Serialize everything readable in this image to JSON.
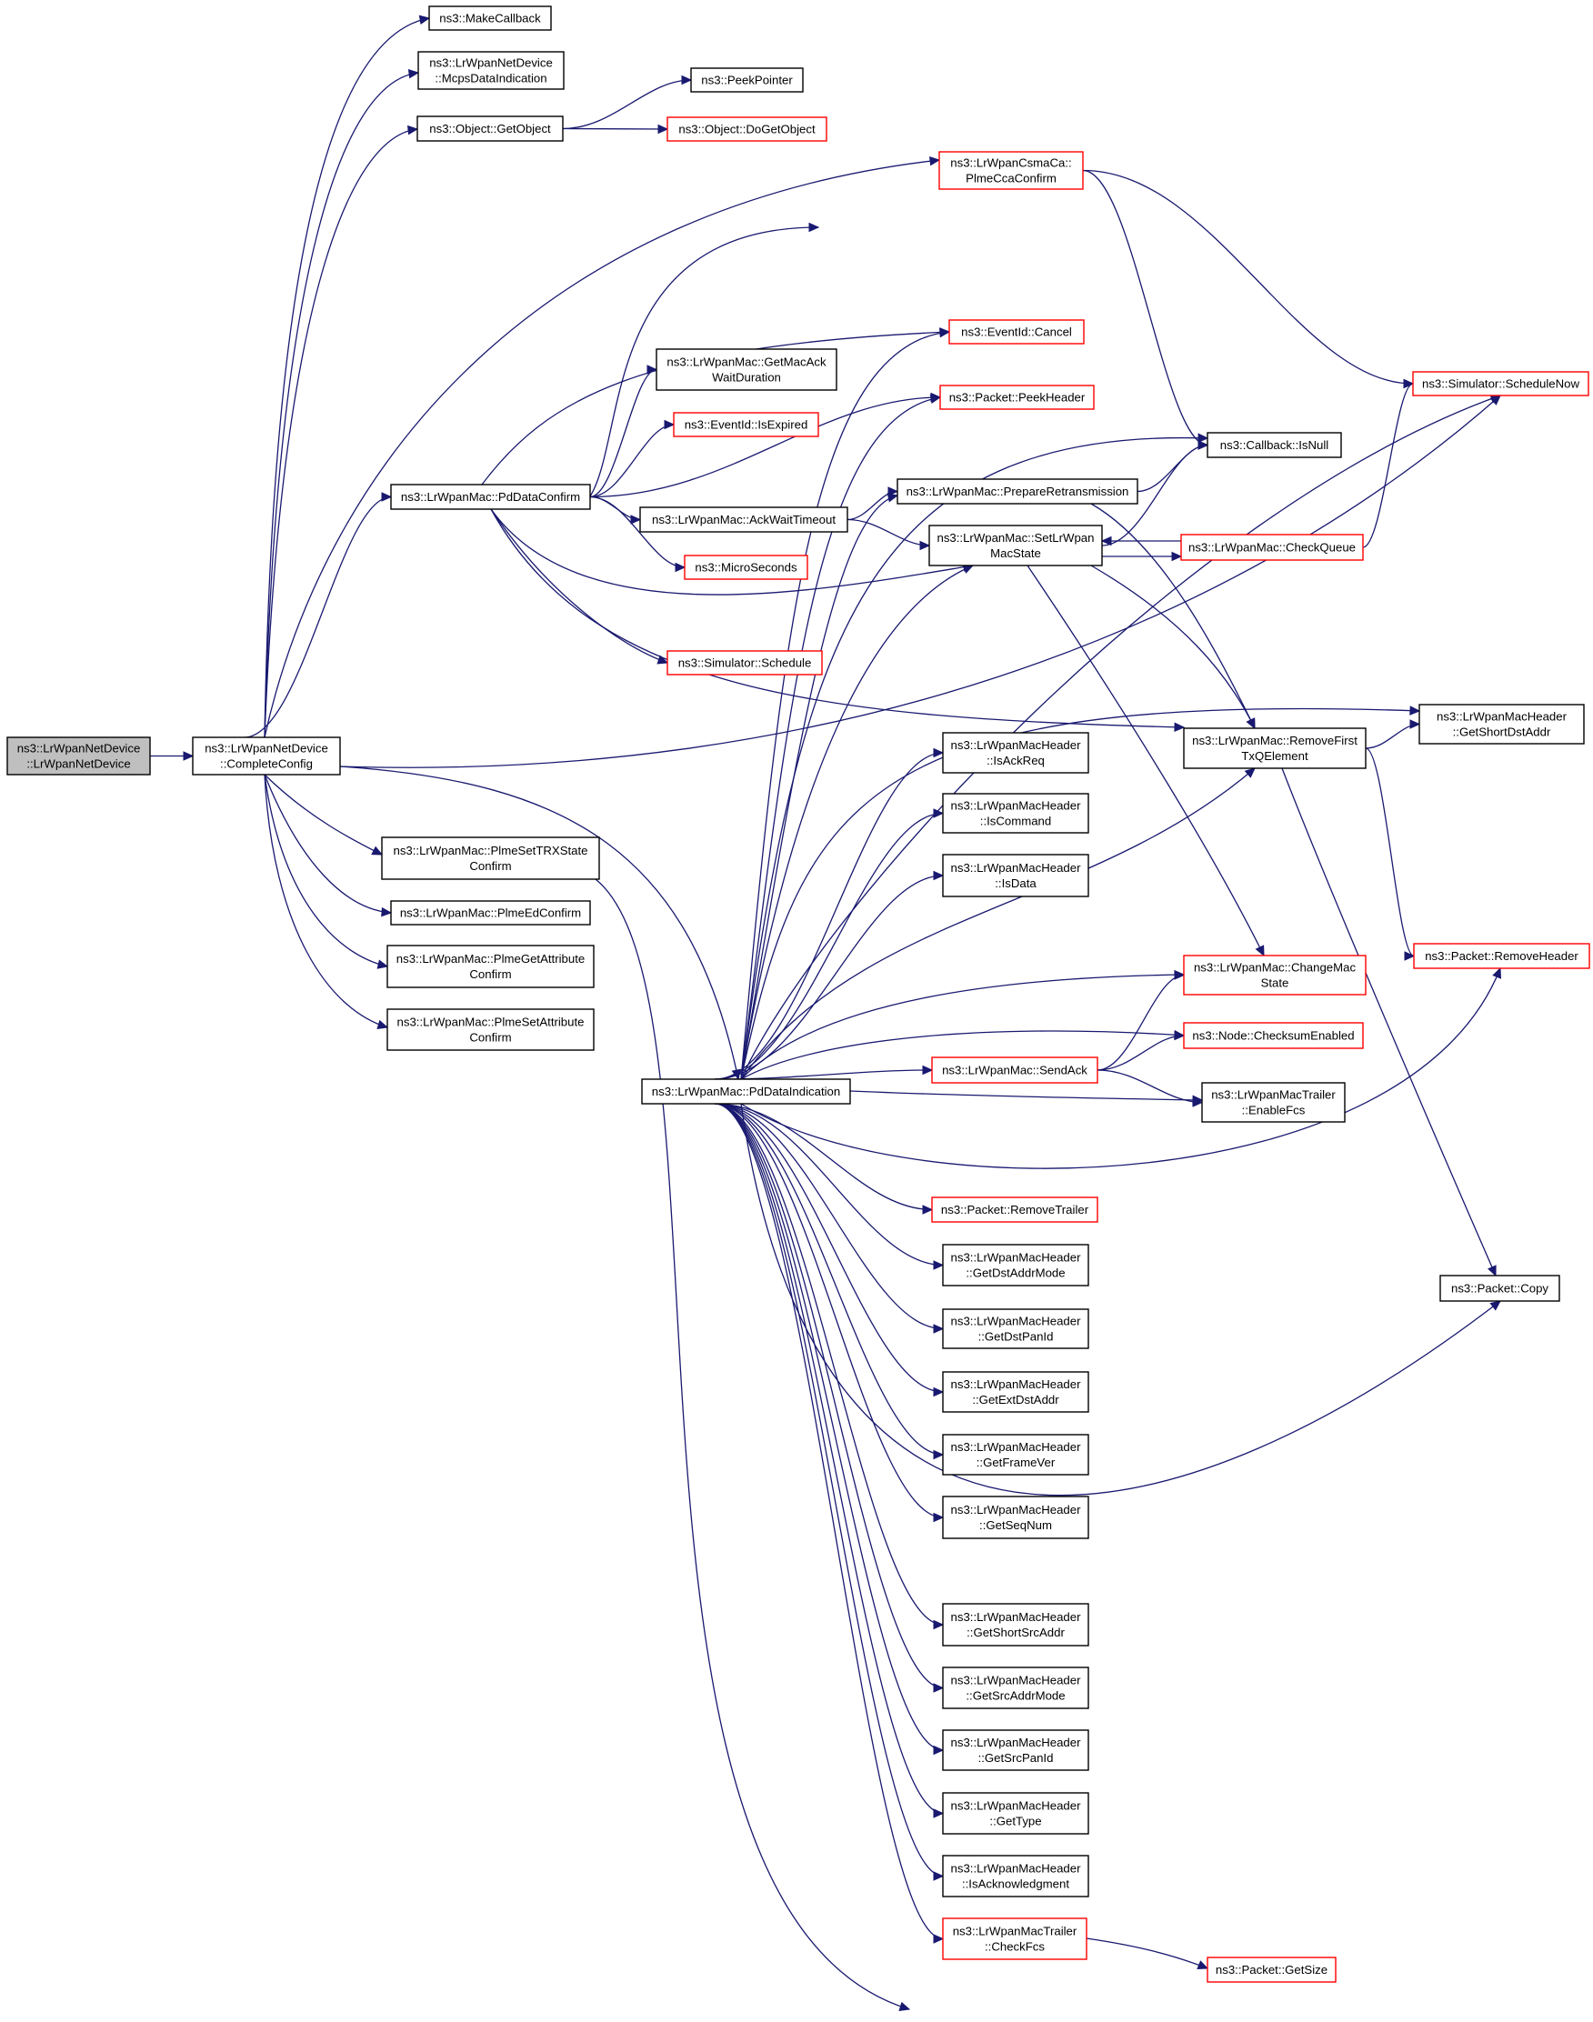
{
  "colors": {
    "edge": "#191970",
    "node_border": "#000000",
    "node_border_incomplete": "#ff0000",
    "root_fill": "#bfbfbf",
    "background": "#ffffff"
  },
  "nodes": {
    "root": [
      "ns3::LrWpanNetDevice",
      "::LrWpanNetDevice"
    ],
    "complete_config": [
      "ns3::LrWpanNetDevice",
      "::CompleteConfig"
    ],
    "make_callback": [
      "ns3::MakeCallback"
    ],
    "mcps_data_indication": [
      "ns3::LrWpanNetDevice",
      "::McpsDataIndication"
    ],
    "get_object": [
      "ns3::Object::GetObject"
    ],
    "peek_pointer": [
      "ns3::PeekPointer"
    ],
    "do_get_object": [
      "ns3::Object::DoGetObject"
    ],
    "plme_cca_confirm": [
      "ns3::LrWpanCsmaCa::",
      "PlmeCcaConfirm"
    ],
    "schedule_now": [
      "ns3::Simulator::ScheduleNow"
    ],
    "event_cancel": [
      "ns3::EventId::Cancel"
    ],
    "get_mac_ack_wait_duration": [
      "ns3::LrWpanMac::GetMacAck",
      "WaitDuration"
    ],
    "peek_header": [
      "ns3::Packet::PeekHeader"
    ],
    "is_expired": [
      "ns3::EventId::IsExpired"
    ],
    "callback_is_null": [
      "ns3::Callback::IsNull"
    ],
    "pd_data_confirm": [
      "ns3::LrWpanMac::PdDataConfirm"
    ],
    "prepare_retransmission": [
      "ns3::LrWpanMac::PrepareRetransmission"
    ],
    "ack_wait_timeout": [
      "ns3::LrWpanMac::AckWaitTimeout"
    ],
    "set_lrwpan_mac_state": [
      "ns3::LrWpanMac::SetLrWpan",
      "MacState"
    ],
    "check_queue": [
      "ns3::LrWpanMac::CheckQueue"
    ],
    "micro_seconds": [
      "ns3::MicroSeconds"
    ],
    "simulator_schedule": [
      "ns3::Simulator::Schedule"
    ],
    "get_short_dst_addr": [
      "ns3::LrWpanMacHeader",
      "::GetShortDstAddr"
    ],
    "remove_first_txq_element": [
      "ns3::LrWpanMac::RemoveFirst",
      "TxQElement"
    ],
    "is_ack_req": [
      "ns3::LrWpanMacHeader",
      "::IsAckReq"
    ],
    "plme_set_trx_state_confirm": [
      "ns3::LrWpanMac::PlmeSetTRXState",
      "Confirm"
    ],
    "is_command": [
      "ns3::LrWpanMacHeader",
      "::IsCommand"
    ],
    "plme_ed_confirm": [
      "ns3::LrWpanMac::PlmeEdConfirm"
    ],
    "is_data": [
      "ns3::LrWpanMacHeader",
      "::IsData"
    ],
    "plme_get_attribute_confirm": [
      "ns3::LrWpanMac::PlmeGetAttribute",
      "Confirm"
    ],
    "remove_header": [
      "ns3::Packet::RemoveHeader"
    ],
    "change_mac_state": [
      "ns3::LrWpanMac::ChangeMac",
      "State"
    ],
    "plme_set_attribute_confirm": [
      "ns3::LrWpanMac::PlmeSetAttribute",
      "Confirm"
    ],
    "checksum_enabled": [
      "ns3::Node::ChecksumEnabled"
    ],
    "send_ack": [
      "ns3::LrWpanMac::SendAck"
    ],
    "pd_data_indication": [
      "ns3::LrWpanMac::PdDataIndication"
    ],
    "enable_fcs": [
      "ns3::LrWpanMacTrailer",
      "::EnableFcs"
    ],
    "remove_trailer": [
      "ns3::Packet::RemoveTrailer"
    ],
    "get_dst_addr_mode": [
      "ns3::LrWpanMacHeader",
      "::GetDstAddrMode"
    ],
    "packet_copy": [
      "ns3::Packet::Copy"
    ],
    "get_dst_pan_id": [
      "ns3::LrWpanMacHeader",
      "::GetDstPanId"
    ],
    "get_ext_dst_addr": [
      "ns3::LrWpanMacHeader",
      "::GetExtDstAddr"
    ],
    "get_frame_ver": [
      "ns3::LrWpanMacHeader",
      "::GetFrameVer"
    ],
    "get_seq_num": [
      "ns3::LrWpanMacHeader",
      "::GetSeqNum"
    ],
    "get_short_src_addr": [
      "ns3::LrWpanMacHeader",
      "::GetShortSrcAddr"
    ],
    "get_src_addr_mode": [
      "ns3::LrWpanMacHeader",
      "::GetSrcAddrMode"
    ],
    "get_src_pan_id": [
      "ns3::LrWpanMacHeader",
      "::GetSrcPanId"
    ],
    "get_type": [
      "ns3::LrWpanMacHeader",
      "::GetType"
    ],
    "is_acknowledgment": [
      "ns3::LrWpanMacHeader",
      "::IsAcknowledgment"
    ],
    "check_fcs": [
      "ns3::LrWpanMacTrailer",
      "::CheckFcs"
    ],
    "packet_get_size": [
      "ns3::Packet::GetSize"
    ]
  },
  "edges": [
    [
      "root",
      "complete_config"
    ],
    [
      "complete_config",
      "make_callback"
    ],
    [
      "complete_config",
      "mcps_data_indication"
    ],
    [
      "complete_config",
      "get_object"
    ],
    [
      "complete_config",
      "plme_cca_confirm"
    ],
    [
      "complete_config",
      "pd_data_confirm"
    ],
    [
      "complete_config",
      "schedule_now"
    ],
    [
      "complete_config",
      "plme_set_trx_state_confirm"
    ],
    [
      "complete_config",
      "plme_ed_confirm"
    ],
    [
      "complete_config",
      "plme_get_attribute_confirm"
    ],
    [
      "complete_config",
      "plme_set_attribute_confirm"
    ],
    [
      "complete_config",
      "pd_data_indication"
    ],
    [
      "get_object",
      "peek_pointer"
    ],
    [
      "get_object",
      "do_get_object"
    ],
    [
      "plme_cca_confirm",
      "schedule_now"
    ],
    [
      "plme_cca_confirm",
      "callback_is_null"
    ],
    [
      "pd_data_confirm",
      "callback_is_null"
    ],
    [
      "pd_data_confirm",
      "event_cancel"
    ],
    [
      "pd_data_confirm",
      "get_mac_ack_wait_duration"
    ],
    [
      "pd_data_confirm",
      "is_expired"
    ],
    [
      "pd_data_confirm",
      "peek_header"
    ],
    [
      "pd_data_confirm",
      "ack_wait_timeout"
    ],
    [
      "pd_data_confirm",
      "micro_seconds"
    ],
    [
      "pd_data_confirm",
      "simulator_schedule"
    ],
    [
      "pd_data_confirm",
      "set_lrwpan_mac_state"
    ],
    [
      "pd_data_confirm",
      "remove_first_txq_element"
    ],
    [
      "ack_wait_timeout",
      "prepare_retransmission"
    ],
    [
      "ack_wait_timeout",
      "set_lrwpan_mac_state"
    ],
    [
      "prepare_retransmission",
      "callback_is_null"
    ],
    [
      "prepare_retransmission",
      "remove_first_txq_element"
    ],
    [
      "set_lrwpan_mac_state",
      "callback_is_null"
    ],
    [
      "set_lrwpan_mac_state",
      "check_queue"
    ],
    [
      "set_lrwpan_mac_state",
      "remove_first_txq_element"
    ],
    [
      "set_lrwpan_mac_state",
      "change_mac_state"
    ],
    [
      "check_queue",
      "set_lrwpan_mac_state"
    ],
    [
      "check_queue",
      "schedule_now"
    ],
    [
      "remove_first_txq_element",
      "get_short_dst_addr"
    ],
    [
      "remove_first_txq_element",
      "remove_header"
    ],
    [
      "remove_first_txq_element",
      "packet_copy"
    ],
    [
      "plme_set_trx_state_confirm",
      "packet_get_size"
    ],
    [
      "pd_data_indication",
      "event_cancel"
    ],
    [
      "pd_data_indication",
      "peek_header"
    ],
    [
      "pd_data_indication",
      "prepare_retransmission"
    ],
    [
      "pd_data_indication",
      "callback_is_null"
    ],
    [
      "pd_data_indication",
      "set_lrwpan_mac_state"
    ],
    [
      "pd_data_indication",
      "schedule_now"
    ],
    [
      "pd_data_indication",
      "get_short_dst_addr"
    ],
    [
      "pd_data_indication",
      "remove_first_txq_element"
    ],
    [
      "pd_data_indication",
      "is_ack_req"
    ],
    [
      "pd_data_indication",
      "is_command"
    ],
    [
      "pd_data_indication",
      "is_data"
    ],
    [
      "pd_data_indication",
      "change_mac_state"
    ],
    [
      "pd_data_indication",
      "checksum_enabled"
    ],
    [
      "pd_data_indication",
      "send_ack"
    ],
    [
      "pd_data_indication",
      "enable_fcs"
    ],
    [
      "pd_data_indication",
      "remove_header"
    ],
    [
      "pd_data_indication",
      "remove_trailer"
    ],
    [
      "pd_data_indication",
      "get_dst_addr_mode"
    ],
    [
      "pd_data_indication",
      "get_dst_pan_id"
    ],
    [
      "pd_data_indication",
      "get_ext_dst_addr"
    ],
    [
      "pd_data_indication",
      "get_frame_ver"
    ],
    [
      "pd_data_indication",
      "get_seq_num"
    ],
    [
      "pd_data_indication",
      "packet_copy"
    ],
    [
      "pd_data_indication",
      "get_short_src_addr"
    ],
    [
      "pd_data_indication",
      "get_src_addr_mode"
    ],
    [
      "pd_data_indication",
      "get_src_pan_id"
    ],
    [
      "pd_data_indication",
      "get_type"
    ],
    [
      "pd_data_indication",
      "is_acknowledgment"
    ],
    [
      "pd_data_indication",
      "check_fcs"
    ],
    [
      "send_ack",
      "change_mac_state"
    ],
    [
      "send_ack",
      "checksum_enabled"
    ],
    [
      "send_ack",
      "enable_fcs"
    ],
    [
      "check_fcs",
      "packet_get_size"
    ]
  ]
}
